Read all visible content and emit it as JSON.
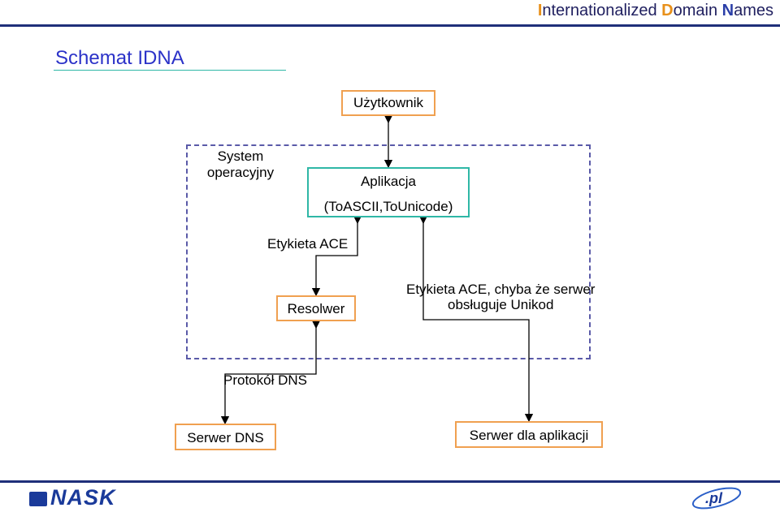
{
  "header": {
    "title_parts": [
      {
        "letter": "I",
        "rest": "nternationalized "
      },
      {
        "letter": "D",
        "rest": "omain "
      },
      {
        "letter": "N",
        "rest": "ames"
      }
    ]
  },
  "slide_title": "Schemat IDNA",
  "diagram": {
    "user": "Użytkownik",
    "os_line1": "System",
    "os_line2": "operacyjny",
    "app_line1": "Aplikacja",
    "app_line2": "(ToASCII,ToUnicode)",
    "ace_label": "Etykieta ACE",
    "resolver": "Resolwer",
    "ace_unicode_line1": "Etykieta ACE, chyba że serwer",
    "ace_unicode_line2": "obsługuje Unikod",
    "dns_protocol": "Protokół DNS",
    "dns_server": "Serwer DNS",
    "app_server": "Serwer dla aplikacji"
  },
  "footer": {
    "logo_left": "NASK",
    "logo_right": ".pl"
  },
  "colors": {
    "title_blue": "#2b32c8",
    "box_orange": "#f0a050",
    "box_teal": "#2fb7a6",
    "os_border": "#5a5aa8",
    "header_line": "#1f2f7a"
  }
}
